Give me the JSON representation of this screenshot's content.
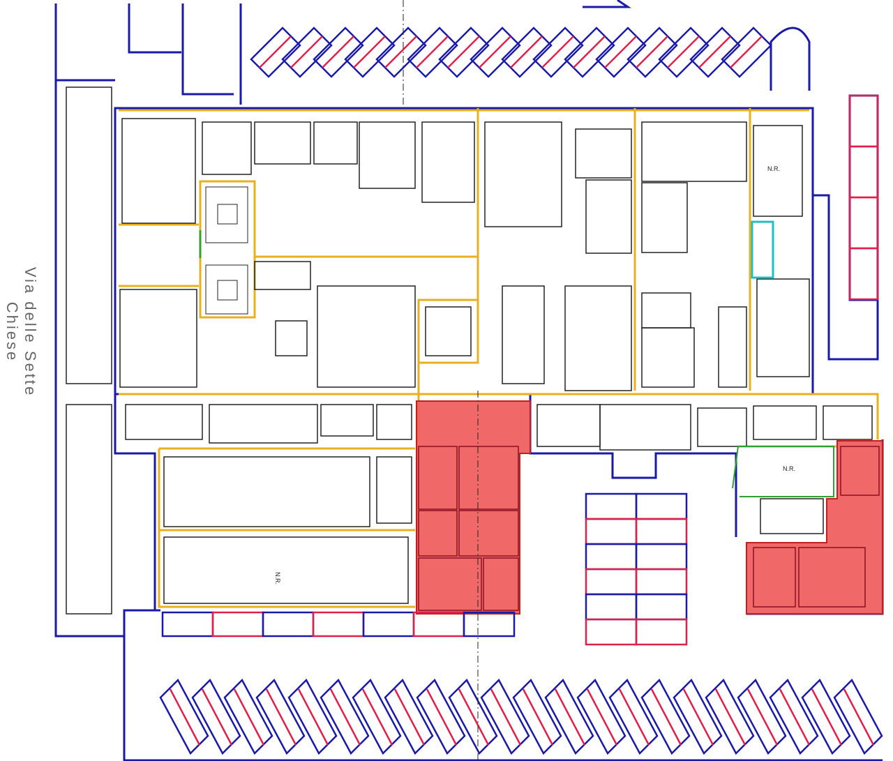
{
  "street_label": "Via delle Sette Chiese",
  "room_labels": {
    "nr_north_east": "N.R.",
    "nr_south_west": "N.R.",
    "nr_south_east": "N.R."
  },
  "colors": {
    "outline": "#1a1aa8",
    "corridor": "#e8b020",
    "highlight": "#f06060",
    "parking_line": "#e0204a",
    "wall": "#222222",
    "stair": "#30a030",
    "lift": "#20c0c0"
  }
}
